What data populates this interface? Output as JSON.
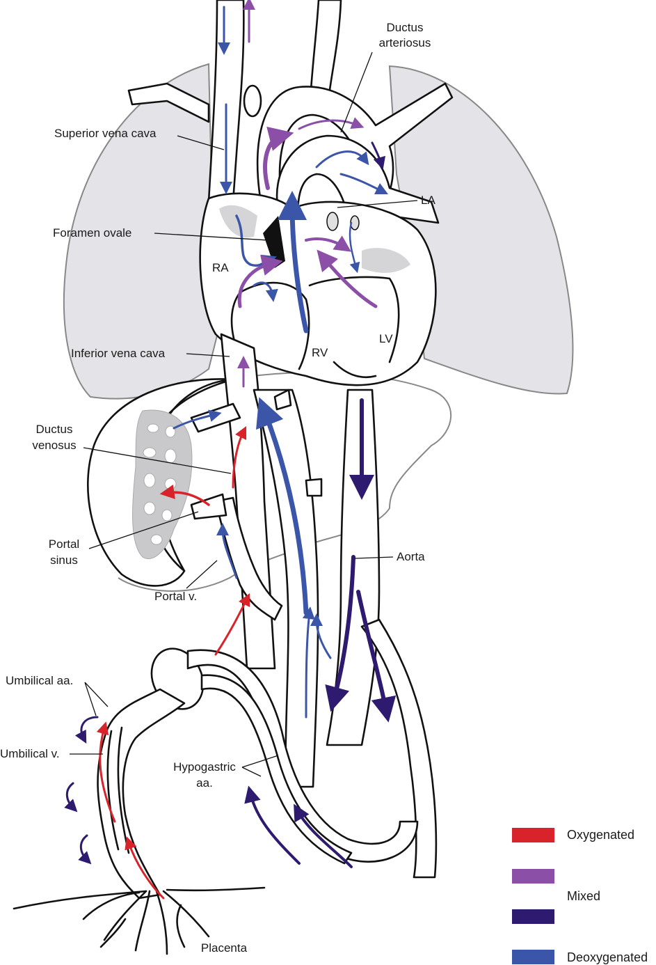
{
  "labels": {
    "ductus_arteriosus_1": "Ductus",
    "ductus_arteriosus_2": "arteriosus",
    "superior_vena_cava": "Superior vena cava",
    "la": "LA",
    "foramen_ovale": "Foramen ovale",
    "ra": "RA",
    "lv": "LV",
    "rv": "RV",
    "inferior_vena_cava": "Inferior vena cava",
    "ductus_venosus_1": "Ductus",
    "ductus_venosus_2": "venosus",
    "portal_sinus_1": "Portal",
    "portal_sinus_2": "sinus",
    "portal_v": "Portal v.",
    "aorta": "Aorta",
    "umbilical_aa": "Umbilical aa.",
    "umbilical_v": "Umbilical v.",
    "hypogastric_1": "Hypogastric",
    "hypogastric_2": "aa.",
    "placenta": "Placenta"
  },
  "legend": {
    "items": [
      {
        "label": "Oxygenated",
        "color": "#d8232a"
      },
      {
        "label": "",
        "color": "#8b4fa8"
      },
      {
        "label": "Mixed",
        "color": ""
      },
      {
        "label": "",
        "color": "#2e1a6e"
      },
      {
        "label": "Deoxygenated",
        "color": "#3b55a8"
      }
    ]
  },
  "colors": {
    "oxygenated": "#d8232a",
    "mixed_light": "#8b4fa8",
    "mixed_dark": "#2e1a6e",
    "deoxygenated": "#3b55a8",
    "lung": "#e3e3e8",
    "liver_tissue": "#c9c9cc"
  }
}
